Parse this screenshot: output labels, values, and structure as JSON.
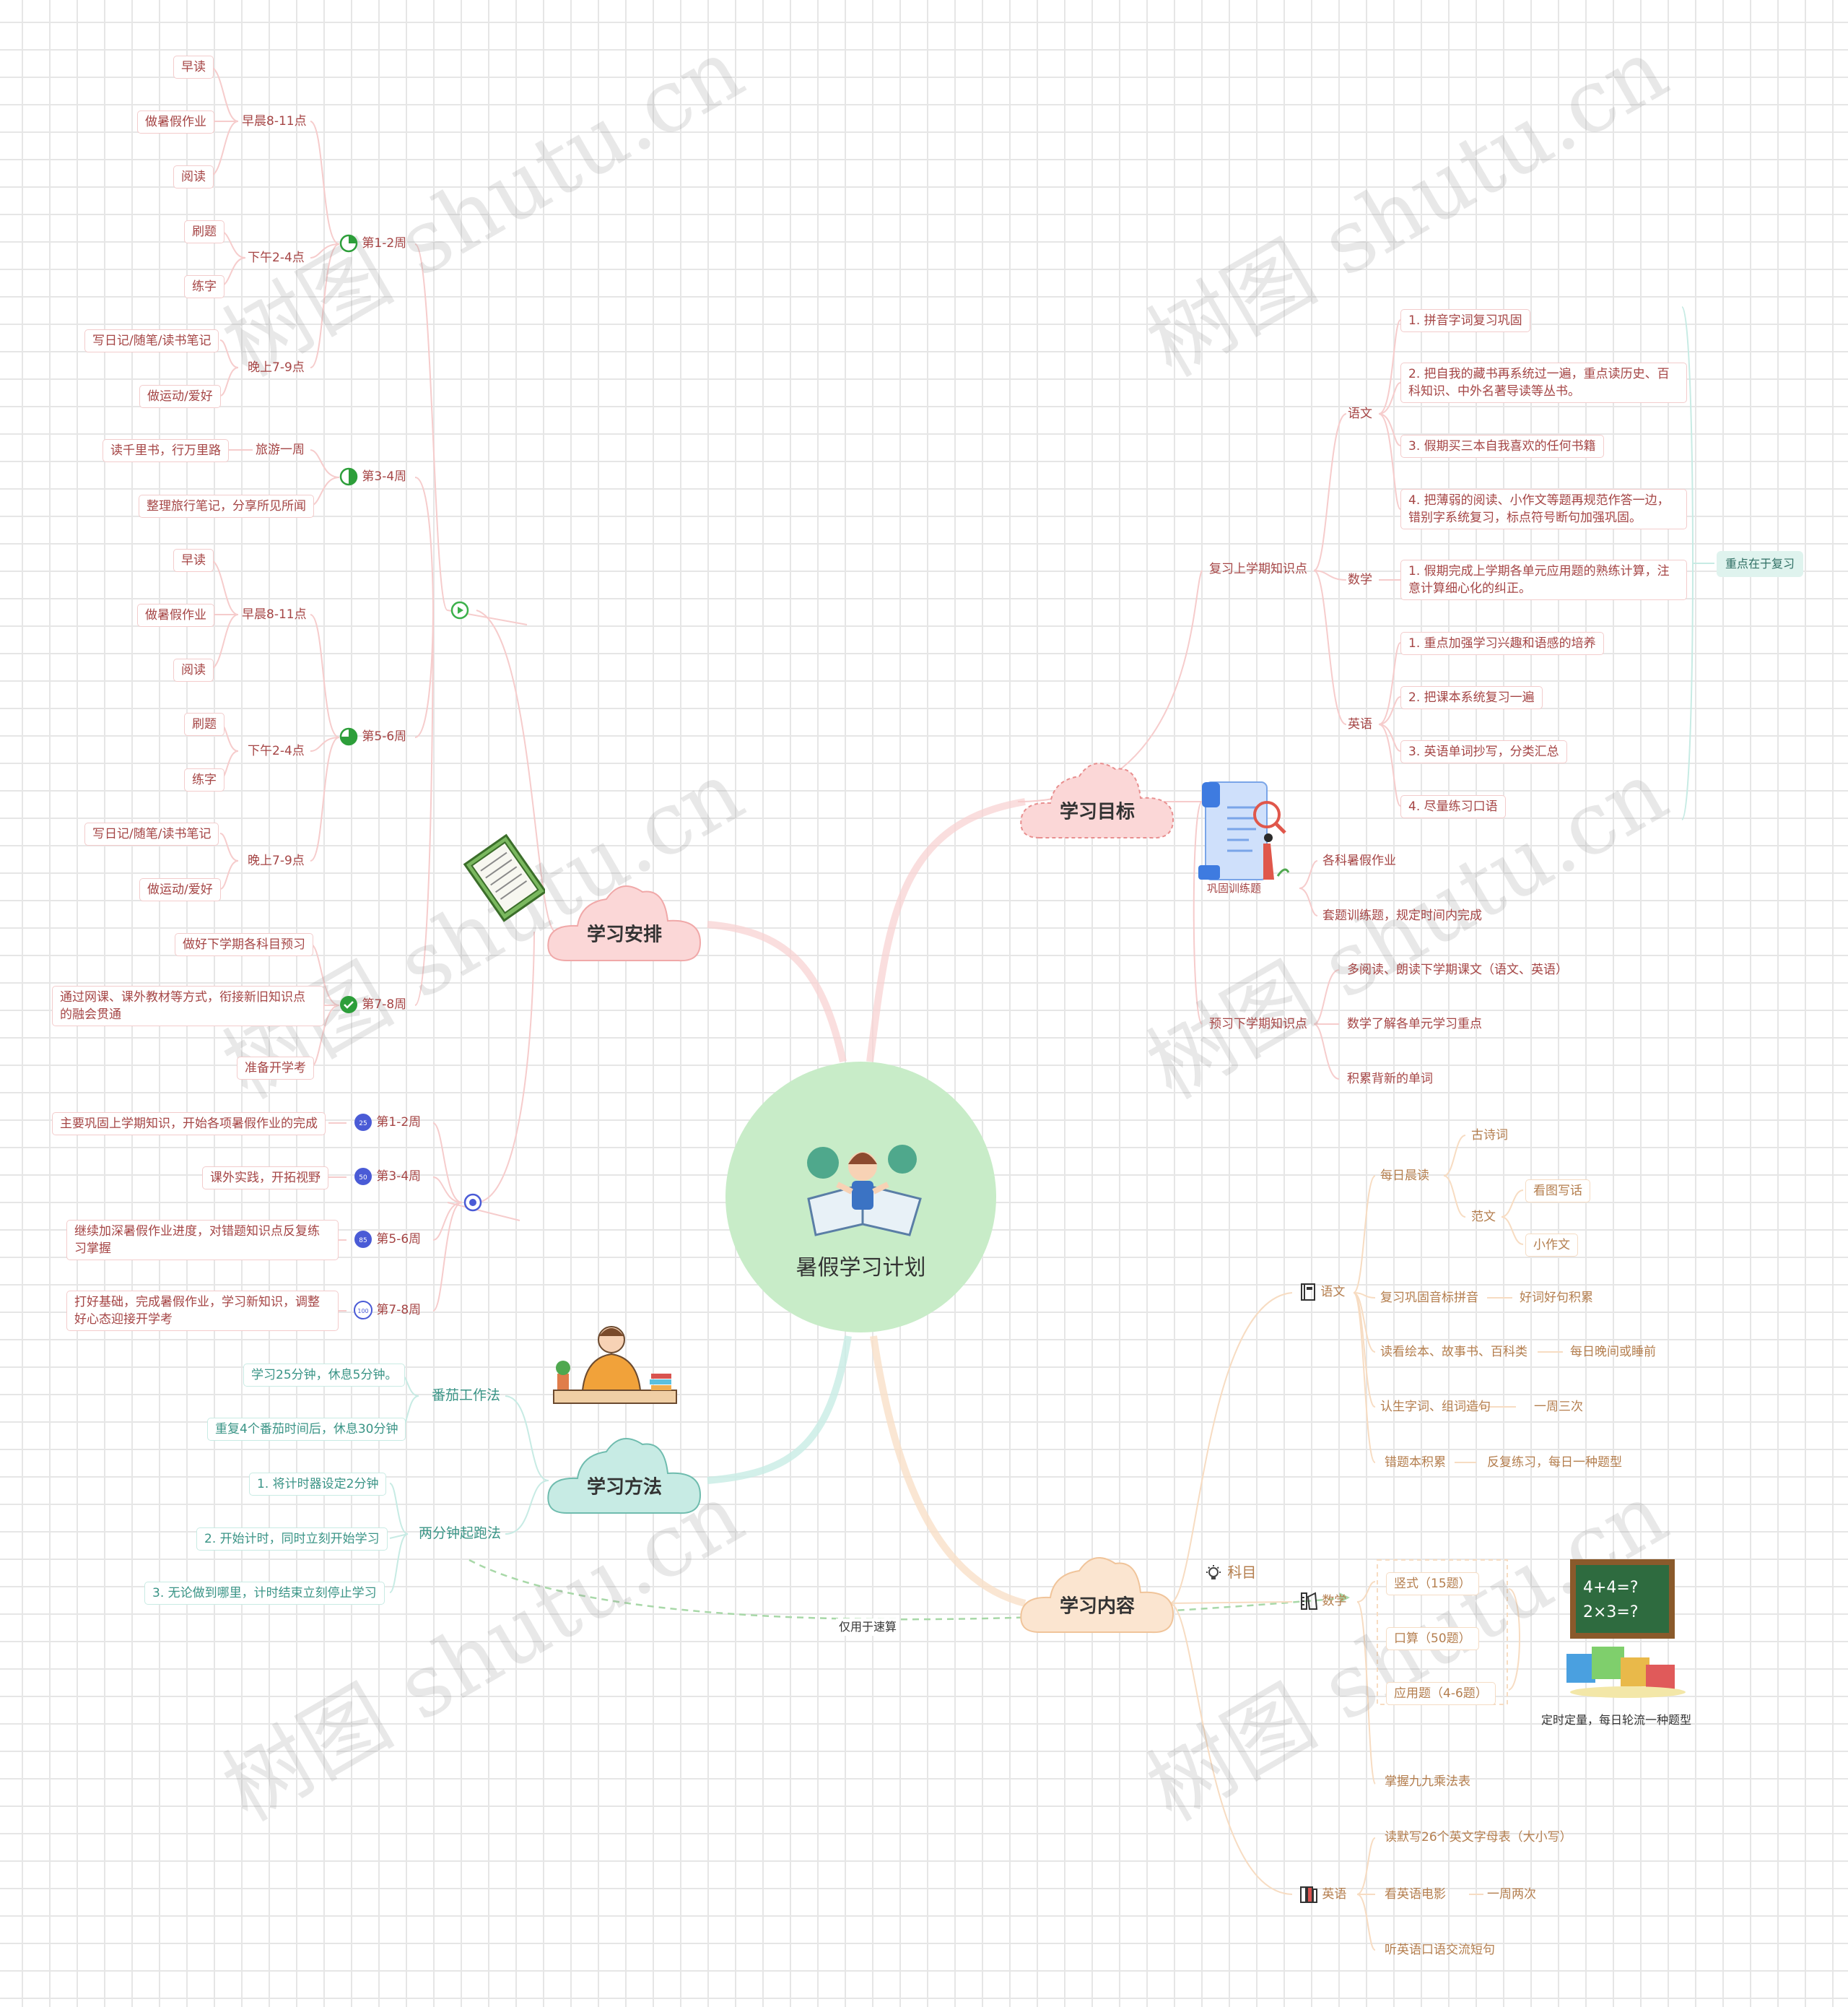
{
  "root": {
    "title": "暑假学习计划"
  },
  "watermark": "树图 shutu.cn",
  "branches": {
    "arrangement": {
      "title": "学习安排",
      "weeks": [
        {
          "label": "第1-2周",
          "slots": [
            {
              "time": "早晨8-11点",
              "items": [
                "早读",
                "做暑假作业",
                "阅读"
              ]
            },
            {
              "time": "下午2-4点",
              "items": [
                "刷题",
                "练字"
              ]
            },
            {
              "time": "晚上7-9点",
              "items": [
                "写日记/随笔/读书笔记",
                "做运动/爱好"
              ]
            }
          ]
        },
        {
          "label": "第3-4周",
          "slots": [
            {
              "time": "旅游一周",
              "items": [
                "读千里书，行万里路",
                "整理旅行笔记，分享所见所闻"
              ]
            }
          ]
        },
        {
          "label": "第5-6周",
          "slots": [
            {
              "time": "早晨8-11点",
              "items": [
                "早读",
                "做暑假作业",
                "阅读"
              ]
            },
            {
              "time": "下午2-4点",
              "items": [
                "刷题",
                "练字"
              ]
            },
            {
              "time": "晚上7-9点",
              "items": [
                "写日记/随笔/读书笔记",
                "做运动/爱好"
              ]
            }
          ]
        },
        {
          "label": "第7-8周",
          "items": [
            "做好下学期各科目预习",
            "通过网课、课外教材等方式，衔接新旧知识点的融会贯通",
            "准备开学考"
          ]
        }
      ],
      "progress": [
        {
          "label": "第1-2周",
          "badge": "25",
          "text": "主要巩固上学期知识，开始各项暑假作业的完成"
        },
        {
          "label": "第3-4周",
          "badge": "50",
          "text": "课外实践，开拓视野"
        },
        {
          "label": "第5-6周",
          "badge": "85",
          "text": "继续加深暑假作业进度，对错题知识点反复练习掌握"
        },
        {
          "label": "第7-8周",
          "badge": "100",
          "text": "打好基础，完成暑假作业，学习新知识，调整好心态迎接开学考"
        }
      ]
    },
    "goals": {
      "title": "学习目标",
      "review": {
        "label": "复习上学期知识点",
        "chinese": {
          "label": "语文",
          "items": [
            "1.  拼音字词复习巩固",
            "2.  把自我的藏书再系统过一遍，重点读历史、百科知识、中外名著导读等丛书。",
            "3.  假期买三本自我喜欢的任何书籍",
            "4.  把薄弱的阅读、小作文等题再规范作答一边，错别字系统复习，标点符号断句加强巩固。"
          ]
        },
        "math": {
          "label": "数学",
          "items": [
            "1.  假期完成上学期各单元应用题的熟练计算，注意计算细心化的纠正。"
          ]
        },
        "english": {
          "label": "英语",
          "items": [
            "1.  重点加强学习兴趣和语感的培养",
            "2.  把课本系统复习一遍",
            "3.  英语单词抄写，分类汇总",
            "4.  尽量练习口语"
          ]
        },
        "summary": "重点在于复习"
      },
      "training": {
        "label": "巩固训练题",
        "items": [
          "各科暑假作业",
          "套题训练题，规定时间内完成"
        ]
      },
      "preview": {
        "label": "预习下学期知识点",
        "items": [
          "多阅读、朗读下学期课文（语文、英语）",
          "数学了解各单元学习重点",
          "积累背新的单词"
        ]
      }
    },
    "method": {
      "title": "学习方法",
      "pomodoro": {
        "label": "番茄工作法",
        "items": [
          "学习25分钟，休息5分钟。",
          "重复4个番茄时间后，休息30分钟"
        ]
      },
      "twominute": {
        "label": "两分钟起跑法",
        "items": [
          "1.  将计时器设定2分钟",
          "2.  开始计时，同时立刻开始学习",
          "3.  无论做到哪里，计时结束立刻停止学习"
        ]
      },
      "relation": "仅用于速算"
    },
    "content": {
      "title": "学习内容",
      "subjects_label": "科目",
      "chinese": {
        "label": "语文",
        "morning": {
          "label": "每日晨读",
          "poem": "古诗词",
          "essay": "范文",
          "essay_items": [
            "看图写话",
            "小作文"
          ]
        },
        "rows": [
          {
            "a": "复习巩固音标拼音",
            "b": "好词好句积累"
          },
          {
            "a": "读看绘本、故事书、百科类",
            "b": "每日晚间或睡前"
          },
          {
            "a": "认生字词、组词造句",
            "b": "一周三次"
          },
          {
            "a": "错题本积累",
            "b": "反复练习，每日一种题型"
          }
        ]
      },
      "math": {
        "label": "数学",
        "items": [
          "竖式（15题）",
          "口算（50题）",
          "应用题（4-6题）"
        ],
        "note": "定时定量，每日轮流一种题型",
        "extra": "掌握九九乘法表",
        "board": [
          "4+4=?",
          "2×3=?"
        ]
      },
      "english": {
        "label": "英语",
        "items": [
          "读默写26个英文字母表（大小写）"
        ],
        "movie": "看英语电影",
        "movie_freq": "一周两次",
        "listen": "听英语口语交流短句"
      }
    }
  },
  "colors": {
    "arrange": "#f6c9c9",
    "goal": "#f6c9c9",
    "method": "#c7ebe4",
    "content": "#f7dcc2",
    "root": "#c8ecc8"
  }
}
